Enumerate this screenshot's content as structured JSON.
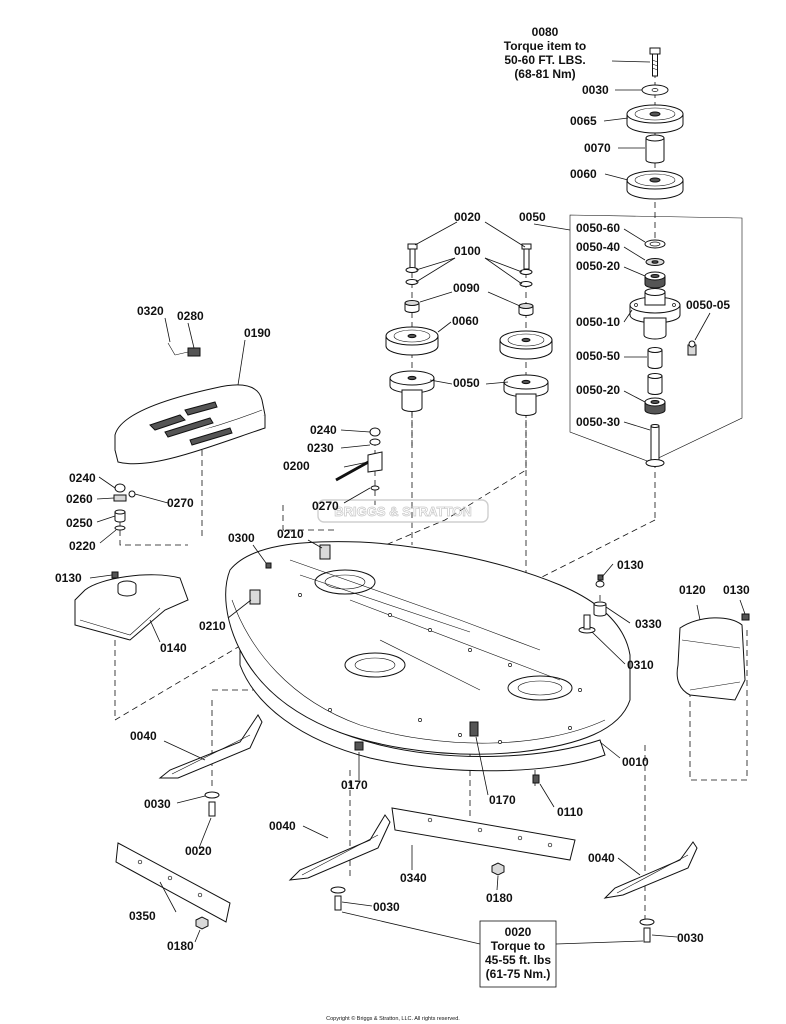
{
  "notes": {
    "n0080": [
      "0080",
      "Torque item to",
      "50-60 FT. LBS.",
      "(68-81 Nm)"
    ],
    "n0020": [
      "0020",
      "Torque to",
      "45-55 ft. lbs",
      "(61-75 Nm.)"
    ]
  },
  "labels": {
    "l0030a": "0030",
    "l0065": "0065",
    "l0070": "0070",
    "l0060a": "0060",
    "l0020a": "0020",
    "l0050a": "0050",
    "l0100": "0100",
    "l0090": "0090",
    "l0060b": "0060",
    "l0050b": "0050",
    "l0050_60": "0050-60",
    "l0050_40": "0050-40",
    "l0050_20a": "0050-20",
    "l0050_05": "0050-05",
    "l0050_10": "0050-10",
    "l0050_50": "0050-50",
    "l0050_20b": "0050-20",
    "l0050_30": "0050-30",
    "l0320": "0320",
    "l0280": "0280",
    "l0190": "0190",
    "l0240a": "0240",
    "l0230": "0230",
    "l0200": "0200",
    "l0270a": "0270",
    "l0240b": "0240",
    "l0260": "0260",
    "l0270b": "0270",
    "l0250": "0250",
    "l0220": "0220",
    "l0300": "0300",
    "l0210a": "0210",
    "l0210b": "0210",
    "l0130a": "0130",
    "l0140": "0140",
    "l0130b": "0130",
    "l0120": "0120",
    "l0130c": "0130",
    "l0330": "0330",
    "l0310": "0310",
    "l0040a": "0040",
    "l0030b": "0030",
    "l0020b": "0020",
    "l0170a": "0170",
    "l0170b": "0170",
    "l0110": "0110",
    "l0010": "0010",
    "l0040b": "0040",
    "l0340": "0340",
    "l0180a": "0180",
    "l0030c": "0030",
    "l0350": "0350",
    "l0180b": "0180",
    "l0040c": "0040",
    "l0030d": "0030"
  },
  "watermark": "BRIGGS & STRATTON",
  "copyright": "Copyright © Briggs & Stratton, LLC. All rights reserved."
}
